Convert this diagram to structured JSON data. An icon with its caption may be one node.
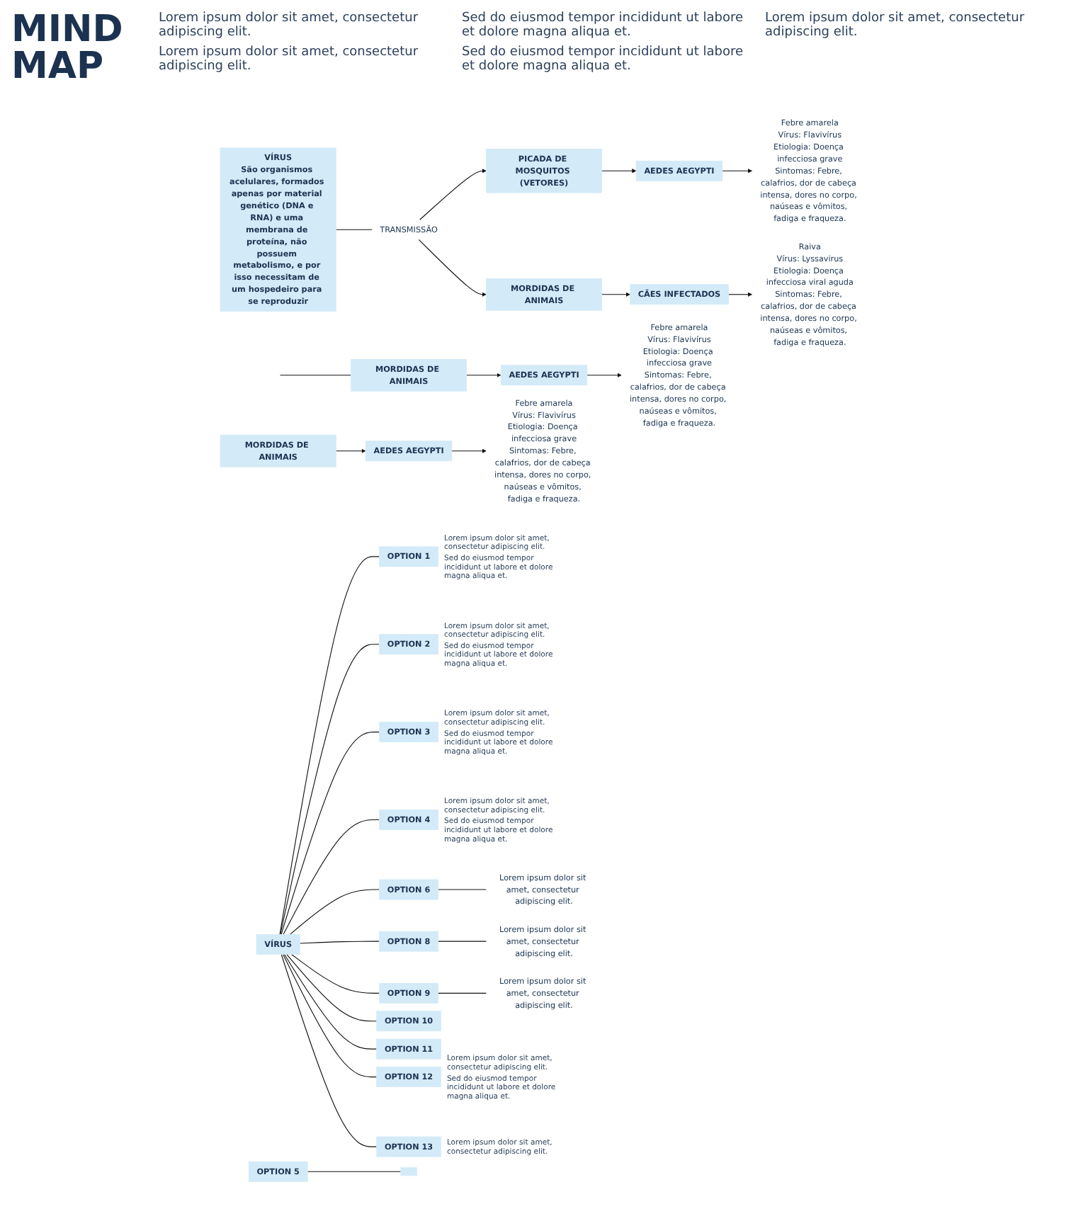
{
  "diagram": {
    "title": "MIND MAP",
    "nodes": [
      {
        "text": [
          "OPTION 1"
        ],
        "beside": [
          "Lorem ipsum dolor sit amet, consectetur adipiscing elit.",
          "Sed do eiusmod tempor incididunt ut labore et dolore magna aliqua et."
        ]
      },
      {
        "text": [
          "OPTION 2"
        ],
        "beside": [
          "Lorem ipsum dolor sit amet, consectetur adipiscing elit.",
          "Sed do eiusmod tempor incididunt ut labore et dolore magna aliqua et."
        ]
      },
      {
        "text": [
          "OPTION 3"
        ],
        "beside": [
          "Lorem ipsum dolor sit amet, consectetur adipiscing elit.",
          "Sed do eiusmod tempor incididunt ut labore et dolore magna aliqua et."
        ]
      },
      {
        "text": [
          "OPTION 4"
        ],
        "beside": [
          "Lorem ipsum dolor sit amet, consectetur adipiscing elit.",
          "Sed do eiusmod tempor incididunt ut labore et dolore magna aliqua et."
        ]
      },
      {
        "text": [
          "OPTION 5"
        ]
      },
      {
        "text": [
          "Lorem ipsum dolor sit amet, consectetur adipiscing elit."
        ]
      },
      {
        "text": [
          "OPTION 6"
        ]
      },
      {
        "text": [
          "VÍRUS"
        ]
      },
      {
        "text": [
          "OPTION 8"
        ]
      },
      {
        "text": [
          "Lorem ipsum dolor sit amet, consectetur adipiscing elit."
        ]
      },
      {
        "text": [
          "OPTION 9"
        ]
      },
      {
        "text": [
          "Lorem ipsum dolor sit amet, consectetur adipiscing elit."
        ]
      },
      {
        "text": [
          "OPTION 10"
        ]
      },
      {
        "text": [],
        "shape": "box"
      },
      {
        "text": [
          "OPTION 11"
        ]
      },
      {
        "text": [
          "OPTION 12"
        ],
        "beside": [
          "Lorem ipsum dolor sit amet, consectetur adipiscing elit.",
          "Sed do eiusmod tempor incididunt ut labore et dolore magna aliqua et."
        ]
      },
      {
        "text": [
          "OPTION 13"
        ],
        "beside": [
          "Lorem ipsum dolor sit amet, consectetur adipiscing elit."
        ]
      },
      {
        "text": [
          "VÍRUS",
          "São organismos acelulares, formados apenas por material genético (DNA e RNA) e uma membrana de proteína, não possuem metabolismo, e por isso necessitam de um hospedeiro para se reproduzir"
        ]
      },
      {
        "text": [
          "PICADA DE MOSQUITOS (VETORES)"
        ]
      },
      {
        "text": [
          "AEDES AEGYPTI"
        ]
      },
      {
        "text": [
          "Febre amarela",
          "Vírus: Flavivírus",
          "Etiologia: Doença infecciosa grave",
          "Sintomas: Febre, calafrios, dor de cabeça intensa, dores no corpo, naúseas e vômitos, fadiga e fraqueza."
        ]
      },
      {
        "text": [
          "TRANSMISSÃO"
        ]
      },
      {
        "text": [
          "MORDIDAS DE ANIMAIS"
        ]
      },
      {
        "text": [
          "CÃES INFECTADOS"
        ]
      },
      {
        "text": [
          "Raiva",
          "Vírus: Lyssavirus",
          "Etiologia: Doença infecciosa viral aguda",
          "Sintomas: Febre, calafrios, dor de cabeça intensa, dores no corpo, naúseas e vômitos, fadiga e fraqueza."
        ]
      },
      {
        "text": [
          "MORDIDAS DE ANIMAIS"
        ]
      },
      {
        "text": [
          "AEDES AEGYPTI"
        ]
      },
      {
        "text": [
          "Febre amarela",
          "Vírus: Flavivírus",
          "Etiologia: Doença infecciosa grave",
          "Sintomas: Febre, calafrios, dor de cabeça intensa, dores no corpo, naúseas e vômitos, fadiga e fraqueza."
        ]
      },
      {
        "text": [
          "MORDIDAS DE ANIMAIS"
        ]
      },
      {
        "text": [
          "AEDES AEGYPTI"
        ]
      },
      {
        "text": [
          "Febre amarela",
          "Vírus: Flavivírus",
          "Etiologia: Doença infecciosa grave",
          "Sintomas: Febre, calafrios, dor de cabeça intensa, dores no corpo, naúseas e vômitos, fadiga e fraqueza."
        ]
      }
    ],
    "edges": [
      {
        "from": 7,
        "to": 0,
        "arrow": "none"
      },
      {
        "from": 7,
        "to": 1,
        "arrow": "none"
      },
      {
        "from": 7,
        "to": 2,
        "arrow": "none"
      },
      {
        "from": 7,
        "to": 3,
        "arrow": "none"
      },
      {
        "from": 4,
        "to": 13,
        "arrow": "none"
      },
      {
        "from": 6,
        "to": 5,
        "arrow": "none"
      },
      {
        "from": 7,
        "to": 6,
        "arrow": "none"
      },
      {
        "from": 7,
        "to": 8,
        "arrow": "none"
      },
      {
        "from": 8,
        "to": 9,
        "arrow": "none"
      },
      {
        "from": 7,
        "to": 10,
        "arrow": "none"
      },
      {
        "from": 10,
        "to": 11,
        "arrow": "none"
      },
      {
        "from": 7,
        "to": 12,
        "arrow": "none"
      },
      {
        "from": 7,
        "to": 14,
        "arrow": "none"
      },
      {
        "from": 7,
        "to": 15,
        "arrow": "none"
      },
      {
        "from": 7,
        "to": 16,
        "arrow": "none"
      },
      {
        "from": 17,
        "to": 21,
        "arrow": "none"
      },
      {
        "from": 21,
        "to": 18,
        "arrow": "to"
      },
      {
        "from": 21,
        "to": 22,
        "arrow": "to"
      },
      {
        "from": 18,
        "to": 19,
        "arrow": "to"
      },
      {
        "from": 19,
        "to": 20,
        "arrow": "to"
      },
      {
        "from": 22,
        "to": 23,
        "arrow": "to"
      },
      {
        "from": 23,
        "to": 24,
        "arrow": "to"
      },
      {
        "from": null,
        "to": 25,
        "arrow": "none"
      },
      {
        "from": 25,
        "to": 26,
        "arrow": "to"
      },
      {
        "from": 26,
        "to": 27,
        "arrow": "to"
      },
      {
        "from": 28,
        "to": 29,
        "arrow": "to"
      },
      {
        "from": 29,
        "to": 30,
        "arrow": "to"
      }
    ],
    "labels": [
      "Lorem ipsum dolor sit amet, consectetur adipiscing elit.",
      "Sed do eiusmod tempor incididunt ut labore et dolore magna aliqua et.",
      "Lorem ipsum dolor sit amet, consectetur adipiscing elit.",
      "Lorem ipsum dolor sit amet, consectetur adipiscing elit.",
      "Sed do eiusmod tempor incididunt ut labore et dolore magna aliqua et."
    ]
  }
}
